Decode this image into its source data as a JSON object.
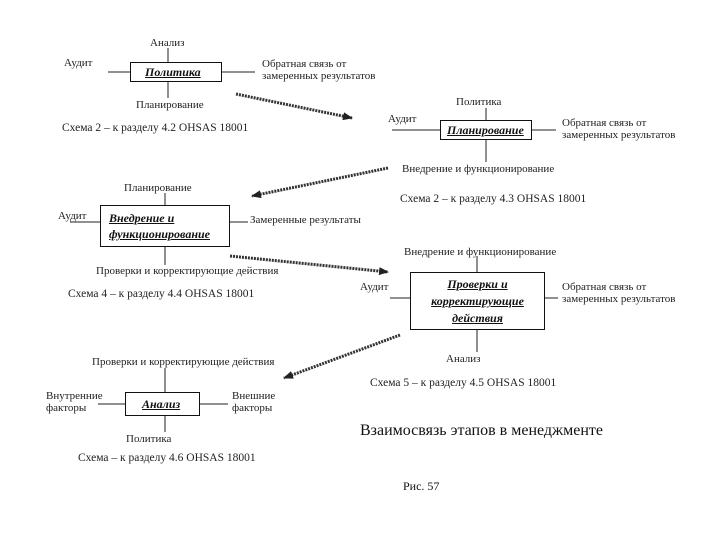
{
  "schemes": [
    {
      "top": "Анализ",
      "left": "Аудит",
      "box": "Политика",
      "right": [
        "Обратная связь от",
        "замеренных результатов"
      ],
      "bottom": "Планирование",
      "caption": "Схема 2 – к разделу 4.2 OHSAS 18001"
    },
    {
      "top": "Политика",
      "left": "Аудит",
      "box": "Планирование",
      "right": [
        "Обратная связь от",
        "замеренных результатов"
      ],
      "bottom": "Внедрение и функционирование",
      "caption": "Схема 2 – к разделу 4.3 OHSAS 18001"
    },
    {
      "top": "Планирование",
      "left": "Аудит",
      "box": [
        "Внедрение и",
        "функционирование"
      ],
      "right": "Замеренные результаты",
      "bottom": "Проверки и корректирующие действия",
      "caption": "Схема 4 – к разделу 4.4 OHSAS 18001"
    },
    {
      "top": "Внедрение и функционирование",
      "left": "Аудит",
      "box": [
        "Проверки и",
        "корректирующие",
        "действия"
      ],
      "right": [
        "Обратная связь от",
        "замеренных результатов"
      ],
      "bottom": "Анализ",
      "caption": "Схема 5 – к разделу 4.5 OHSAS 18001"
    },
    {
      "top": "Проверки и корректирующие действия",
      "left": [
        "Внутренние",
        "факторы"
      ],
      "box": "Анализ",
      "right": [
        "Внешние",
        "факторы"
      ],
      "bottom": "Политика",
      "caption": "Схема – к разделу 4.6 OHSAS 18001"
    }
  ],
  "title": "Взаимосвязь этапов в менеджменте",
  "figure": "Рис. 57"
}
